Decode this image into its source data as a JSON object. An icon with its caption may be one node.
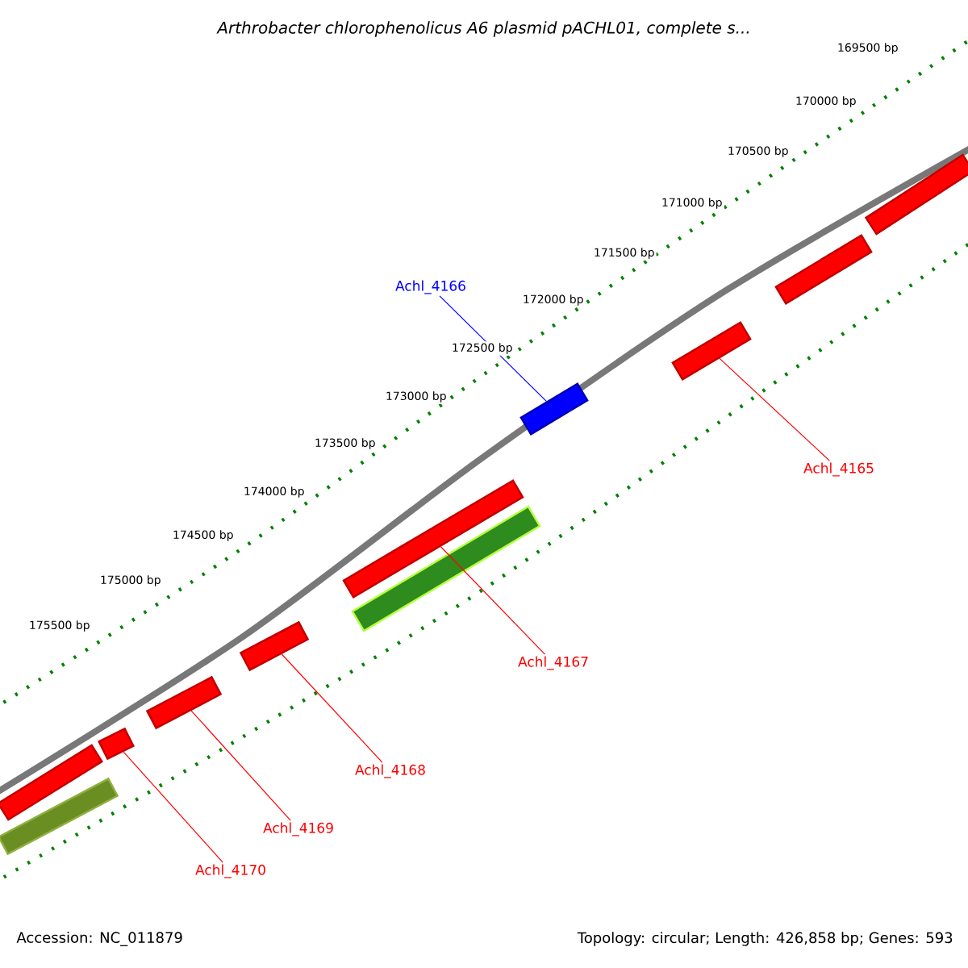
{
  "diagram": {
    "title": "Arthrobacter chlorophenolicus A6 plasmid pACHL01, complete s...",
    "nodes": [
      {
        "text": [
          "Achl_4166"
        ]
      },
      {
        "text": [],
        "shape": "bar"
      },
      {
        "text": [],
        "shape": "bar"
      },
      {
        "text": [],
        "shape": "bar"
      },
      {
        "text": [],
        "shape": "bar"
      },
      {
        "text": [
          "Achl_4165"
        ]
      },
      {
        "text": [],
        "shape": "bar"
      },
      {
        "text": [],
        "shape": "bar"
      },
      {
        "text": [
          "Achl_4167"
        ]
      },
      {
        "text": [],
        "shape": "bar"
      },
      {
        "text": [
          "Achl_4168"
        ]
      },
      {
        "text": [],
        "shape": "bar"
      },
      {
        "text": [
          "Achl_4169"
        ]
      },
      {
        "text": [],
        "shape": "bar"
      },
      {
        "text": [],
        "shape": "bar"
      },
      {
        "text": [],
        "shape": "bar"
      },
      {
        "text": [
          "Achl_4170"
        ]
      }
    ],
    "edges": [
      {
        "from": 0,
        "to": 1,
        "arrow": "none",
        "color": "#0000ff"
      },
      {
        "from": 5,
        "to": 4,
        "arrow": "none"
      },
      {
        "from": 8,
        "to": 6,
        "arrow": "none"
      },
      {
        "from": 10,
        "to": 9,
        "arrow": "none"
      },
      {
        "from": 12,
        "to": 11,
        "arrow": "none"
      },
      {
        "from": 16,
        "to": 13,
        "arrow": "none"
      }
    ],
    "labels": [
      "169500 bp",
      "170000 bp",
      "170500 bp",
      "171000 bp",
      "171500 bp",
      "172000 bp",
      "172500 bp",
      "173000 bp",
      "173500 bp",
      "174000 bp",
      "174500 bp",
      "175000 bp",
      "175500 bp",
      "Accession: NC_011879",
      "Topology: circular; Length: 426,858 bp; Genes: 593"
    ]
  }
}
